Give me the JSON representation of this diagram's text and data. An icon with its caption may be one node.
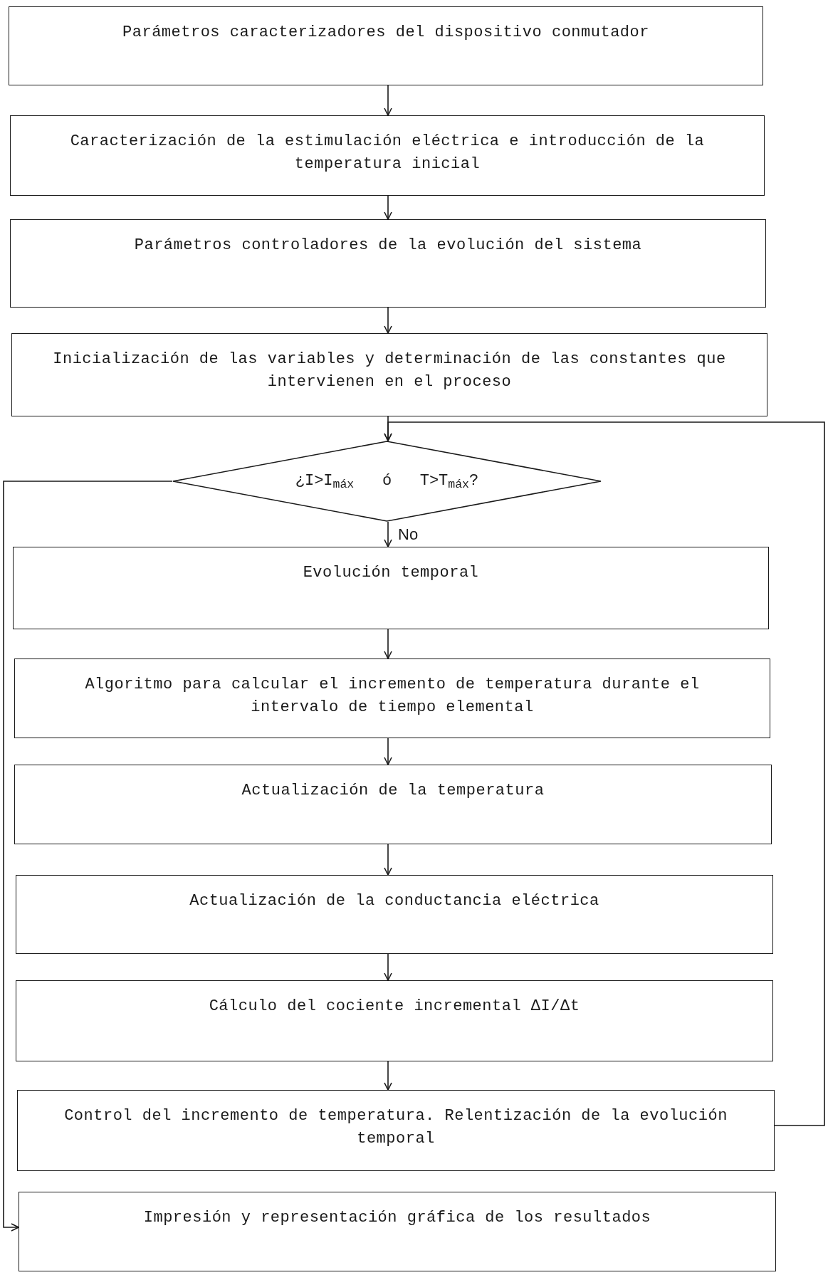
{
  "diagram": {
    "nodes": [
      {
        "text": [
          "Parámetros caracterizadores del dispositivo conmutador"
        ]
      },
      {
        "text": [
          "Caracterización de la estimulación eléctrica e introducción de la temperatura inicial"
        ]
      },
      {
        "text": [
          "Parámetros controladores de la evolución del sistema"
        ]
      },
      {
        "text": [
          "Inicialización de las variables y determinación de las constantes que intervienen en el proceso"
        ]
      },
      {
        "text": [
          "¿I>I$_{máx}$   ó   T>T$_{máx}$?"
        ]
      },
      {
        "text": [
          "Evolución temporal"
        ]
      },
      {
        "text": [
          "Algoritmo para calcular el incremento de temperatura durante el intervalo de tiempo elemental"
        ]
      },
      {
        "text": [
          "Actualización de la temperatura"
        ]
      },
      {
        "text": [
          "Actualización de la conductancia eléctrica"
        ]
      },
      {
        "text": [
          "Cálculo del cociente incremental ΔI/Δt"
        ]
      },
      {
        "text": [
          "Control del incremento de temperatura. Relentización de la evolución temporal"
        ]
      },
      {
        "text": [
          "Impresión y representación gráfica de los resultados"
        ]
      }
    ],
    "edges": [
      {
        "from": 0,
        "to": 1,
        "arrow": "to"
      },
      {
        "from": 1,
        "to": 2,
        "arrow": "to"
      },
      {
        "from": 2,
        "to": 3,
        "arrow": "to"
      },
      {
        "from": 3,
        "to": 4,
        "arrow": "to"
      },
      {
        "from": 4,
        "to": 5,
        "arrow": "to",
        "label": "No"
      },
      {
        "from": 5,
        "to": 6,
        "arrow": "to"
      },
      {
        "from": 6,
        "to": 7,
        "arrow": "to"
      },
      {
        "from": 7,
        "to": 8,
        "arrow": "to"
      },
      {
        "from": 8,
        "to": 9,
        "arrow": "to"
      },
      {
        "from": 9,
        "to": 10,
        "arrow": "to"
      },
      {
        "from": 10,
        "to": 4,
        "arrow": "to"
      },
      {
        "from": 4,
        "to": 11,
        "arrow": "to"
      }
    ]
  }
}
